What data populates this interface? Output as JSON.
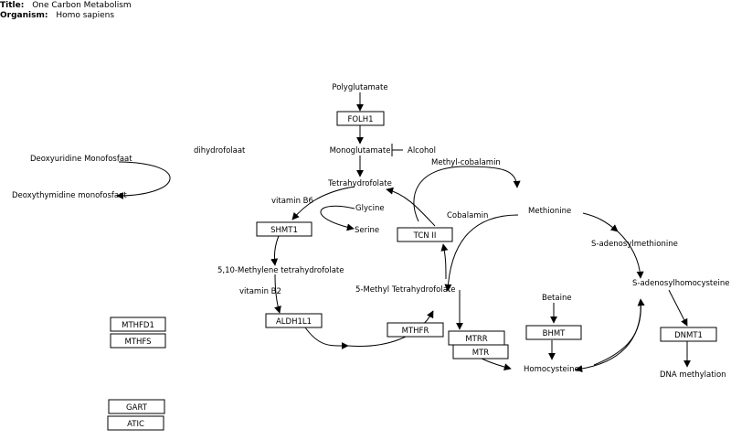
{
  "header": {
    "title_label": "Title:",
    "title": "One Carbon Metabolism",
    "organism_label": "Organism:",
    "organism": "Homo sapiens"
  },
  "genes": {
    "folh1": "FOLH1",
    "shmt1": "SHMT1",
    "tcn2": "TCN II",
    "aldh1l1": "ALDH1L1",
    "mthfr": "MTHFR",
    "mtrr": "MTRR",
    "mtr": "MTR",
    "bhmt": "BHMT",
    "dnmt1": "DNMT1",
    "mthfd1": "MTHFD1",
    "mthfs": "MTHFS",
    "gart": "GART",
    "atic": "ATIC"
  },
  "metabolites": {
    "polyglutamate": "Polyglutamate",
    "monoglutamate": "Monoglutamate",
    "alcohol": "Alcohol",
    "dihydrofolaat": "dihydrofolaat",
    "methyl_cobalamin": "Methyl-cobalamin",
    "deoxyuridine": "Deoxyuridine Monofosfaat",
    "tetrahydrofolate": "Tetrahydrofolate",
    "deoxythymidine": "Deoxythymidine monofosfaat",
    "vitamin_b6": "vitamin B6",
    "glycine": "Glycine",
    "cobalamin": "Cobalamin",
    "methionine": "Methionine",
    "serine": "Serine",
    "s_adenosylmethionine": "S-adenosylmethionine",
    "methylene_thf": "5,10-Methylene tetrahydrofolate",
    "s_adenosylhomocysteine": "S-adenosylhomocysteine",
    "vitamin_b2": "vitamin B2",
    "methyl_thf": "5-Methyl Tetrahydrofolate",
    "betaine": "Betaine",
    "homocysteine": "Homocysteine",
    "dna_methylation": "DNA methylation"
  }
}
